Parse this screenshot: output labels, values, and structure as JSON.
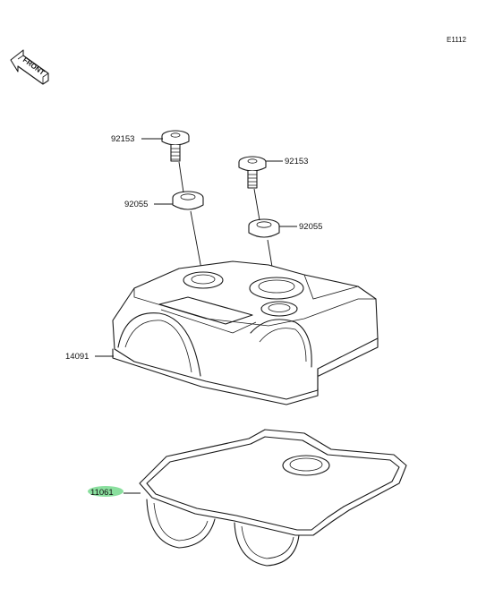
{
  "diagram": {
    "code": "E1112",
    "front_label": "FRONT",
    "parts": [
      {
        "number": "92153",
        "highlighted": false
      },
      {
        "number": "92153",
        "highlighted": false
      },
      {
        "number": "92055",
        "highlighted": false
      },
      {
        "number": "92055",
        "highlighted": false
      },
      {
        "number": "14091",
        "highlighted": false
      },
      {
        "number": "11061",
        "highlighted": true
      }
    ],
    "highlight_color": "#7ddc93"
  }
}
